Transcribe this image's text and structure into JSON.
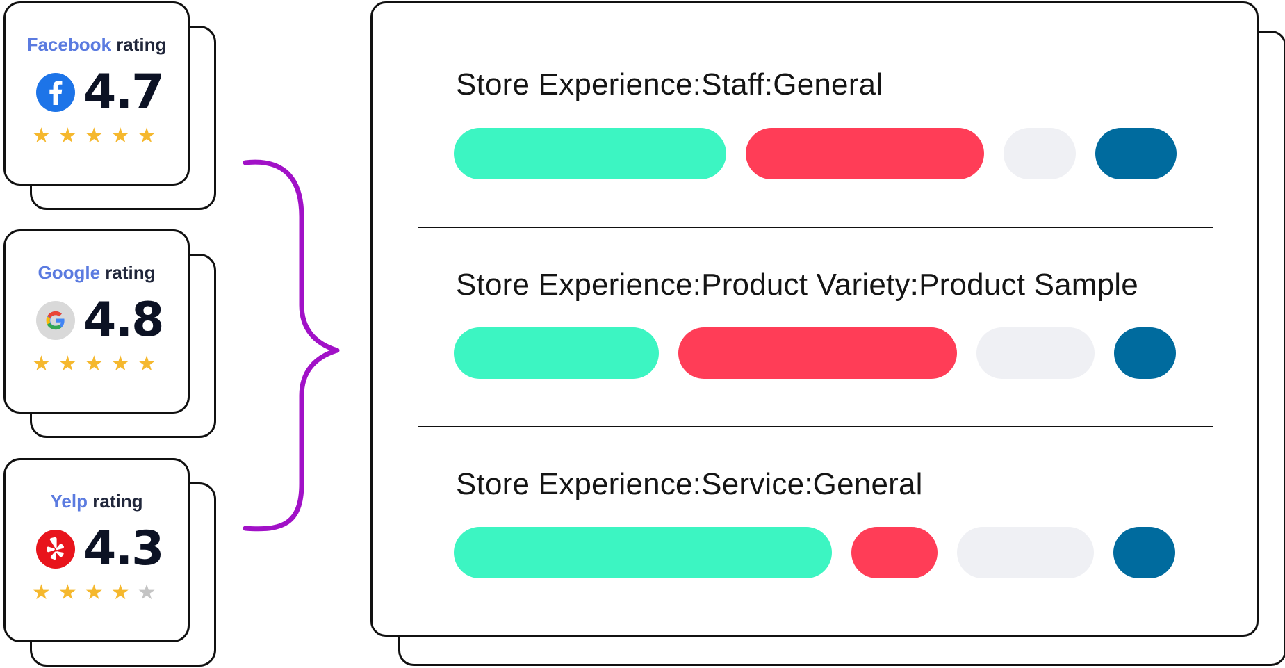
{
  "colors": {
    "accent_brace": "#a111c7",
    "positive": "#3cf5c2",
    "negative": "#ff3d57",
    "neutral": "#eff0f4",
    "other": "#006b9e",
    "star_on": "#f5b82e",
    "star_off": "#c4c4c4"
  },
  "ratings": [
    {
      "brand": "Facebook",
      "suffix": "rating",
      "value": "4.7",
      "icon": "facebook-icon",
      "stars_filled": 5,
      "stars_total": 5
    },
    {
      "brand": "Google",
      "suffix": "rating",
      "value": "4.8",
      "icon": "google-icon",
      "stars_filled": 5,
      "stars_total": 5
    },
    {
      "brand": "Yelp",
      "suffix": "rating",
      "value": "4.3",
      "icon": "yelp-icon",
      "stars_filled": 4,
      "stars_total": 5
    }
  ],
  "connector_icon": "curly-brace-icon",
  "sections": [
    {
      "title": "Store Experience:Staff:General",
      "bar_shares": [
        0.378,
        0.33,
        0.1,
        0.113
      ]
    },
    {
      "title": "Store Experience:Product Variety:Product Sample",
      "bar_shares": [
        0.284,
        0.386,
        0.164,
        0.086
      ]
    },
    {
      "title": "Store Experience:Service:General",
      "bar_shares": [
        0.524,
        0.119,
        0.19,
        0.086
      ]
    }
  ]
}
